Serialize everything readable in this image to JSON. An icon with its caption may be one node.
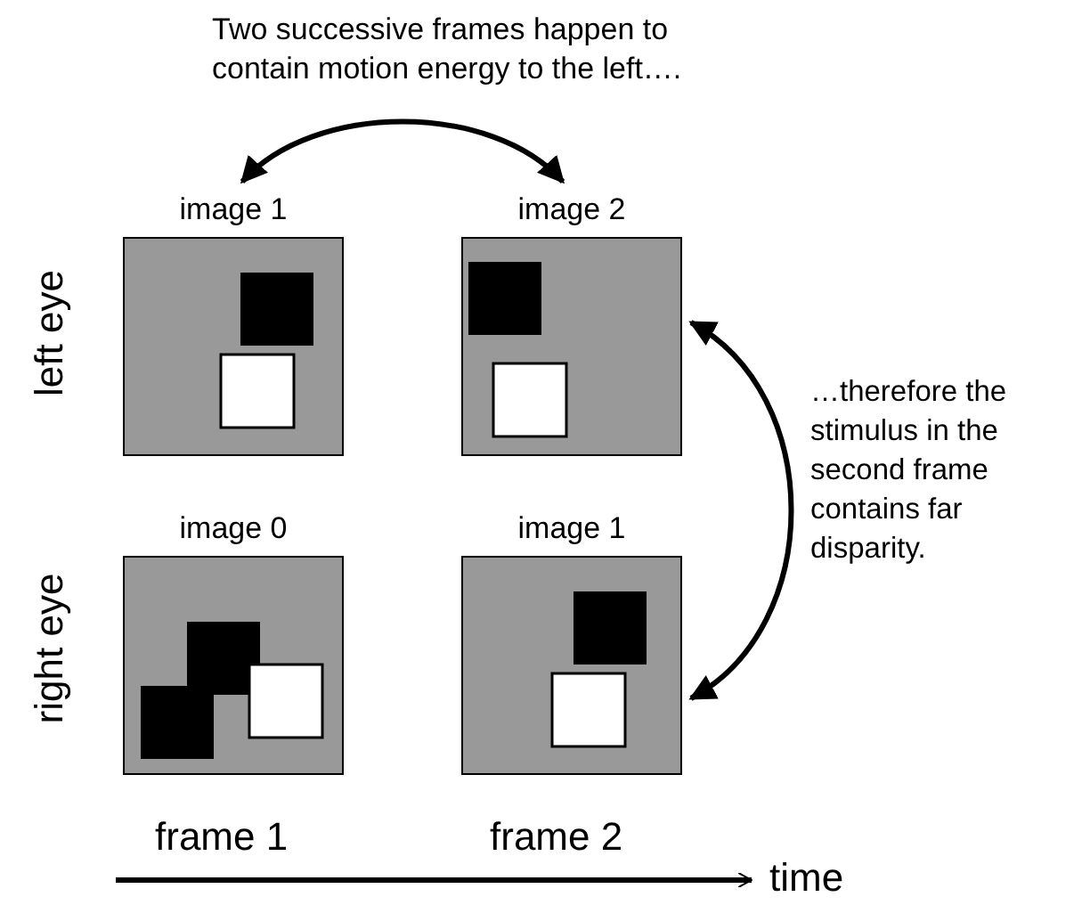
{
  "diagram": {
    "nodes": [
      {
        "text": [
          "image 1"
        ]
      },
      {
        "text": [
          "image 2"
        ]
      },
      {
        "text": [
          "image 0"
        ]
      },
      {
        "text": [
          "image 1"
        ]
      }
    ],
    "edges": [
      {
        "from": 0,
        "to": 1,
        "arrow": "both"
      },
      {
        "from": 1,
        "to": 3,
        "arrow": "both"
      }
    ],
    "labels": [
      "Two successive frames happen to contain motion energy to the left….",
      "left eye",
      "…therefore the stimulus in the second frame contains far disparity.",
      "right eye",
      "frame 1",
      "frame 2",
      "time"
    ]
  }
}
